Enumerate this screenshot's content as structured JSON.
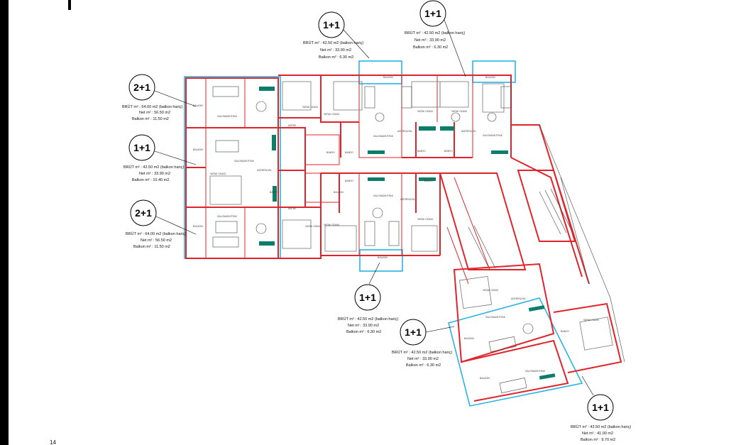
{
  "units": [
    {
      "id": "u1",
      "badge": "1+1",
      "brut": "BRÜT m² : 42.50 m2 (balkon hariç)",
      "net": "Net m² : 33.90 m2",
      "balkon": "Balkon m² : 6.30 m2"
    },
    {
      "id": "u2",
      "badge": "1+1",
      "brut": "BRÜT m² : 42.50 m2 (balkon hariç)",
      "net": "Net m² : 33.90 m2",
      "balkon": "Balkon m² : 6.30 m2"
    },
    {
      "id": "u3",
      "badge": "2+1",
      "brut": "BRÜT m² : 64.00 m2 (balkon hariç)",
      "net": "Net m² : 56.50 m2",
      "balkon": "Balkon m² : 11.50 m2"
    },
    {
      "id": "u4",
      "badge": "1+1",
      "brut": "BRÜT m² : 42.50 m2 (balkon hariç)",
      "net": "Net m² : 33.90 m2",
      "balkon": "Balkon m² : 10.40 m2"
    },
    {
      "id": "u5",
      "badge": "2+1",
      "brut": "BRÜT m² : 64.00 m2 (balkon hariç)",
      "net": "Net m² : 56.50 m2",
      "balkon": "Balkon m² : 11.50 m2"
    },
    {
      "id": "u6",
      "badge": "1+1",
      "brut": "BRÜT m² : 42.50 m2 (balkon hariç)",
      "net": "Net m² : 33.90 m2",
      "balkon": "Balkon m² : 6.30 m2"
    },
    {
      "id": "u7",
      "badge": "1+1",
      "brut": "BRÜT m² : 42.50 m2 (balkon hariç)",
      "net": "Net m² : 33.90 m2",
      "balkon": "Balkon m² : 6.30 m2"
    },
    {
      "id": "u8",
      "badge": "1+1",
      "brut": "BRÜT m² : 42.50 m2 (balkon hariç)",
      "net": "Net m² : 41.00 m2",
      "balkon": "Balkon m² : 9.70 m2"
    }
  ],
  "rooms": {
    "balkon": "BALKON",
    "salon": "SALON&MUTFAK",
    "yatak": "YATAK ODASI",
    "banyo": "BANYO",
    "antre": "ANTRE",
    "antre_hol": "ANTRE&HOL"
  },
  "colors": {
    "wall": "#e0242b",
    "outline": "#2bb3e6",
    "kitchen": "#0b7d6a"
  },
  "page_number": "14"
}
